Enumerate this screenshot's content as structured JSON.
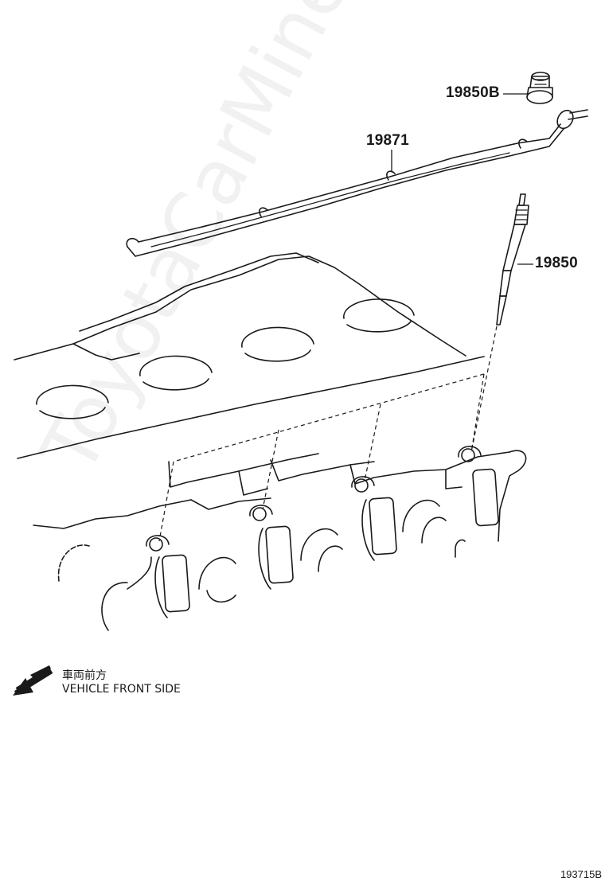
{
  "callouts": {
    "part_19850B": "19850B",
    "part_19871": "19871",
    "part_19850": "19850"
  },
  "front_direction": {
    "label_jp": "車両前方",
    "label_en": "VEHICLE FRONT SIDE",
    "icon": "arrow-down-left-icon"
  },
  "watermark": "ToyotaCarMine.ru",
  "diagram_id": "193715B",
  "colors": {
    "line": "#1a1a1a",
    "background": "#ffffff"
  }
}
